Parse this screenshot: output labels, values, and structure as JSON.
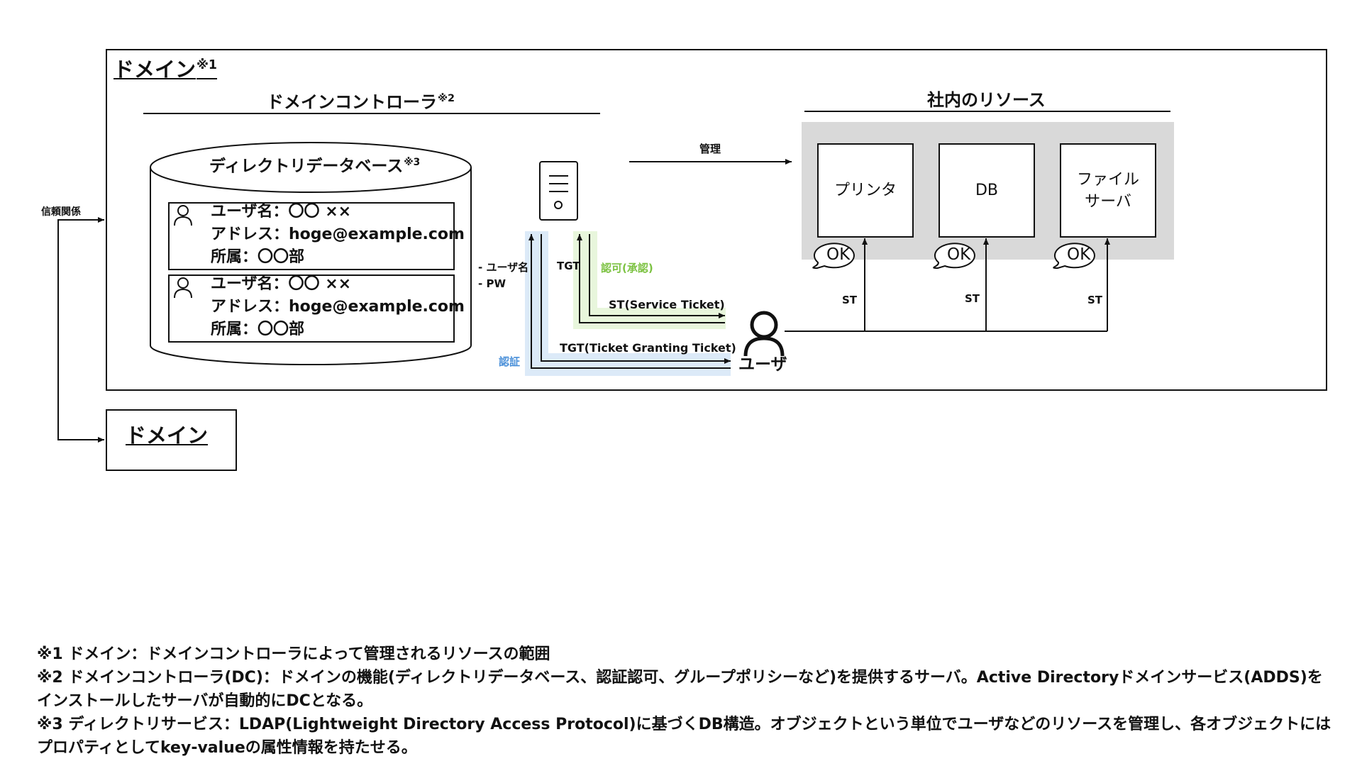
{
  "outer_domain": {
    "title": "ドメイン",
    "mark": "※1"
  },
  "domain_controller": {
    "title": "ドメインコントローラ",
    "mark": "※2"
  },
  "directory_db": {
    "title": "ディレクトリデータベース",
    "mark": "※3",
    "records": [
      {
        "name": "ユーザ名：〇〇 ××",
        "address": "アドレス：hoge@example.com",
        "dept": "所属：〇〇部"
      },
      {
        "name": "ユーザ名：〇〇 ××",
        "address": "アドレス：hoge@example.com",
        "dept": "所属：〇〇部"
      }
    ]
  },
  "trust_label": "信頼関係",
  "second_domain": {
    "title": "ドメイン"
  },
  "manage_label": "管理",
  "resources": {
    "title": "社内のリソース",
    "items": [
      {
        "label_lines": [
          "プリンタ"
        ],
        "ok": "OK",
        "ticket": "ST"
      },
      {
        "label_lines": [
          "DB"
        ],
        "ok": "OK",
        "ticket": "ST"
      },
      {
        "label_lines": [
          "ファイル",
          "サーバ"
        ],
        "ok": "OK",
        "ticket": "ST"
      }
    ]
  },
  "credentials": {
    "line1": "- ユーザ名",
    "line2": "- PW"
  },
  "tgt_label": "TGT",
  "authorization_label": "認可(承認)",
  "authentication_label": "認証",
  "st_arrow_label": "ST(Service Ticket)",
  "tgt_arrow_label": "TGT(Ticket Granting Ticket)",
  "user_label": "ユーザ",
  "colors": {
    "auth_blue": "#4a90d9",
    "auth_bg": "#dceaf8",
    "authz_green": "#7cc242",
    "authz_bg": "#e8f6dc",
    "resource_bg": "#d9d9d9"
  },
  "notes": [
    "※1 ドメイン：ドメインコントローラによって管理されるリソースの範囲",
    "※2 ドメインコントローラ(DC)：ドメインの機能(ディレクトリデータベース、認証認可、グループポリシーなど)を提供するサーバ。Active Directoryドメインサービス(ADDS)を",
    "インストールしたサーバが自動的にDCとなる。",
    "※3 ディレクトリサービス：LDAP(Lightweight Directory Access Protocol)に基づくDB構造。オブジェクトという単位でユーザなどのリソースを管理し、各オブジェクトには",
    "プロパティとしてkey-valueの属性情報を持たせる。"
  ]
}
